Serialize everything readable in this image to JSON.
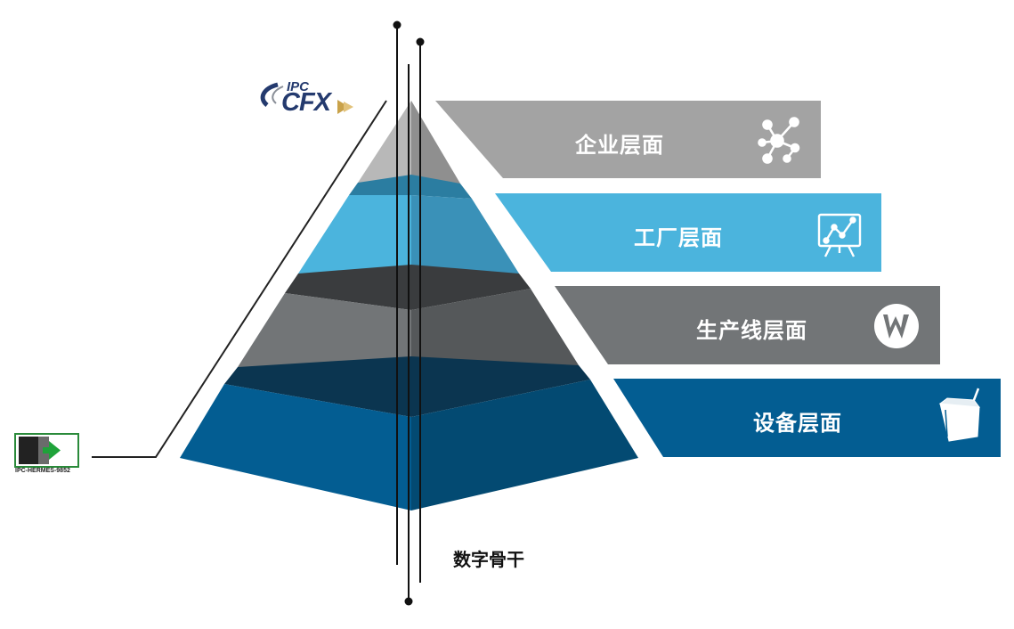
{
  "levels": [
    {
      "label": "企业层面",
      "icon": "network-nodes-icon",
      "color": "#a3a3a3"
    },
    {
      "label": "工厂层面",
      "icon": "analytics-chart-icon",
      "color": "#4bb4dd"
    },
    {
      "label": "生产线层面",
      "icon": "w-logo-icon",
      "color": "#727577"
    },
    {
      "label": "设备层面",
      "icon": "cube-box-icon",
      "color": "#035d92"
    }
  ],
  "backbone_label": "数字骨干",
  "logos": {
    "cfx_top": "IPC",
    "cfx_main": "CFX",
    "hermes_caption": "IPC-HERMES-9852"
  }
}
